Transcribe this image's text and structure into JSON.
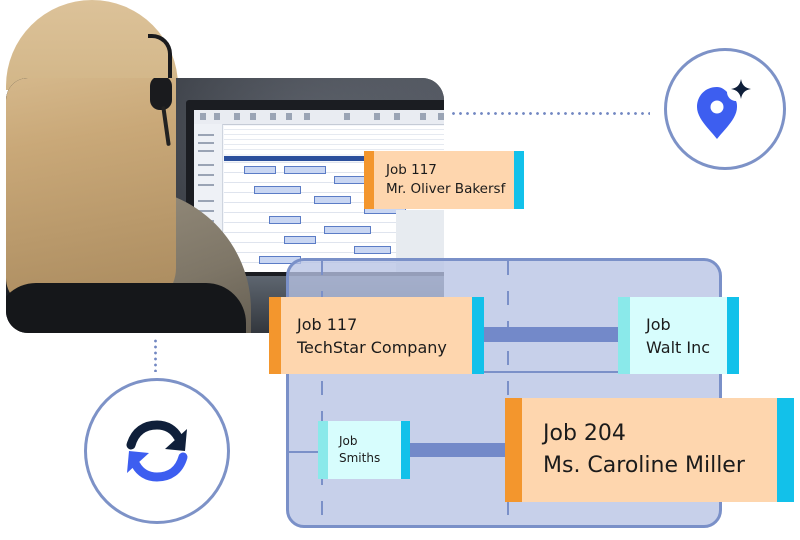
{
  "scene": {
    "photo_description": "Dispatcher wearing a headset viewing a scheduling application on a monitor",
    "icons": {
      "location": "map-pin-sparkle-icon",
      "sync": "sync-arrows-icon"
    }
  },
  "colors": {
    "job_card_fill": "#fed6ae",
    "job_card_accent_left": "#f3962d",
    "job_card_accent_right": "#12c1ea",
    "job_card_cyan_fill": "#d7fdfd",
    "job_card_cyan_accent": "#8ae9ea",
    "connector": "#7389c9",
    "panel_border": "#7a90c8",
    "pin_blue": "#3d5ef0",
    "icon_navy": "#0f1f3a"
  },
  "jobs": [
    {
      "title": "Job 117",
      "client": "Mr. Oliver Bakersf",
      "style": "orange"
    },
    {
      "title": "Job 117",
      "client": "TechStar Company",
      "style": "orange"
    },
    {
      "title": "Job",
      "client": "Walt Inc",
      "style": "cyan"
    },
    {
      "title": "Job",
      "client": "Smiths",
      "style": "cyan"
    },
    {
      "title": "Job 204",
      "client": "Ms. Caroline Miller",
      "style": "orange"
    }
  ]
}
